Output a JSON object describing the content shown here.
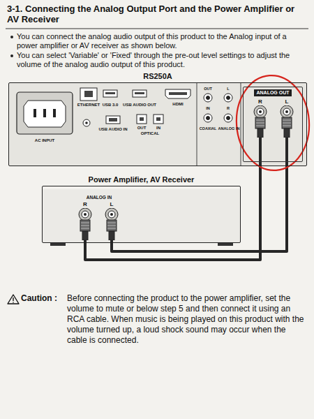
{
  "diagram": {
    "title": "3-1. Connecting the Analog Output Port and the Power Amplifier or AV Receiver",
    "nodes": [
      {
        "text": [
          "RS250A"
        ]
      },
      {
        "text": [
          "ANALOG OUT"
        ],
        "in": 0
      },
      {
        "text": [
          "R"
        ],
        "in": 1
      },
      {
        "text": [
          "L"
        ],
        "in": 1
      },
      {
        "text": [
          "Power Amplifier, AV Receiver"
        ]
      },
      {
        "text": [
          "ANALOG IN"
        ],
        "in": 4
      },
      {
        "text": [
          "R"
        ],
        "in": 5
      },
      {
        "text": [
          "L"
        ],
        "in": 5
      }
    ],
    "edges": [
      {
        "from": 2,
        "to": 6,
        "arrow": "none"
      },
      {
        "from": 3,
        "to": 7,
        "arrow": "none"
      }
    ],
    "labels": [
      "You can connect the analog audio output of this product to the Analog input of a power amplifier or AV receiver as shown below.",
      "You can select 'Variable' or 'Fixed' through the pre-out level settings to adjust the volume of the analog audio output of this product.",
      "AC INPUT",
      "ETHERNET",
      "USB 3.0",
      "USB AUDIO OUT",
      "HDMI",
      "USB AUDIO IN",
      "OUT",
      "IN",
      "OPTICAL",
      "OUT",
      "IN",
      "COAXIAL",
      "L",
      "R",
      "ANALOG IN",
      "Caution :",
      "Before connecting the product to the power amplifier, set the volume to mute or below step 5 and then connect it using an RCA cable. When music is being played on this product with the volume turned up, a loud shock sound may occur when the cable is connected."
    ]
  }
}
